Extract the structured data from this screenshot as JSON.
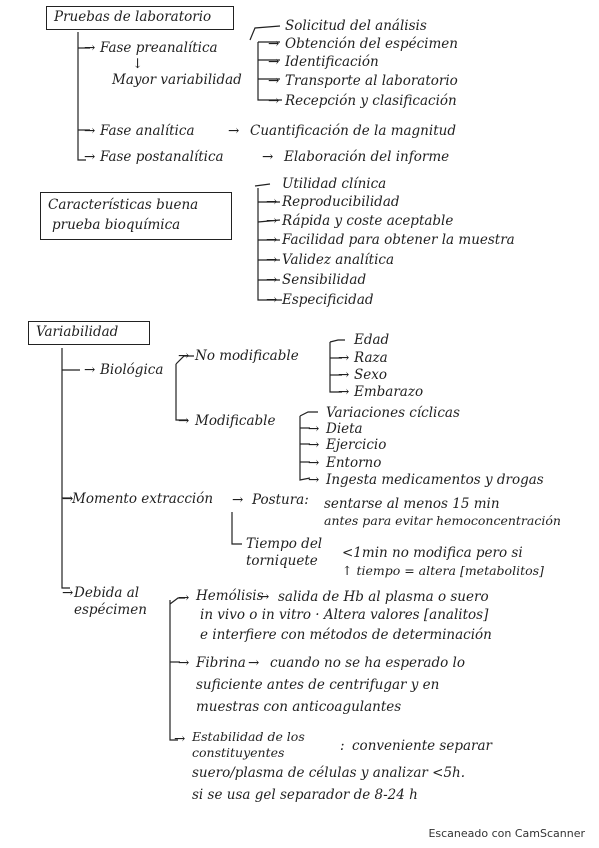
{
  "section1": {
    "title": "Pruebas de laboratorio",
    "fase_pre": "Fase preanalítica",
    "arrow_down": "↓",
    "mayor": "Mayor variabilidad",
    "pre_items": [
      "Solicitud del análisis",
      "Obtención del espécimen",
      "Identificación",
      "Transporte al laboratorio",
      "Recepción y clasificación"
    ],
    "fase_an": "Fase analítica",
    "fase_an_result": "Cuantificación de la magnitud",
    "fase_post": "Fase postanalítica",
    "fase_post_result": "Elaboración del informe"
  },
  "section2": {
    "title_line1": "Características buena",
    "title_line2": "prueba bioquímica",
    "items": [
      "Utilidad clínica",
      "Reproducibilidad",
      "Rápida y coste aceptable",
      "Facilidad para obtener la muestra",
      "Validez analítica",
      "Sensibilidad",
      "Especificidad"
    ]
  },
  "section3": {
    "title": "Variabilidad",
    "biologica": "Biológica",
    "no_mod": "No modificable",
    "no_mod_items": [
      "Edad",
      "Raza",
      "Sexo",
      "Embarazo"
    ],
    "mod": "Modificable",
    "mod_items": [
      "Variaciones cíclicas",
      "Dieta",
      "Ejercicio",
      "Entorno",
      "Ingesta medicamentos y drogas"
    ],
    "momento": "Momento extracción",
    "postura": "Postura:",
    "postura_text1": "sentarse al menos 15 min",
    "postura_text2": "antes para evitar hemoconcentración",
    "tiempo1": "Tiempo del",
    "tiempo2": "torniquete",
    "tiempo_text1": "<1min no modifica pero si",
    "tiempo_text2": "↑ tiempo = altera [metabolitos]",
    "debida1": "Debida al",
    "debida2": "espécimen",
    "hemolisis": "Hemólisis",
    "hemolisis_text1": "salida de Hb al plasma o suero",
    "hemolisis_text2": "in vivo o in vitro · Altera valores [analitos]",
    "hemolisis_text3": "e interfiere con métodos de determinación",
    "fibrina": "Fibrina",
    "fibrina_text1": "cuando no se ha esperado lo",
    "fibrina_text2": "suficiente antes de centrifugar y en",
    "fibrina_text3": "muestras con anticoagulantes",
    "estab1": "Estabilidad de los",
    "estab2": "constituyentes",
    "estab_colon": ":",
    "estab_text1": "conveniente separar",
    "estab_text2": "suero/plasma de células y analizar <5h.",
    "estab_text3": "si se usa gel separador de 8-24 h"
  },
  "footer": "Escaneado con CamScanner"
}
